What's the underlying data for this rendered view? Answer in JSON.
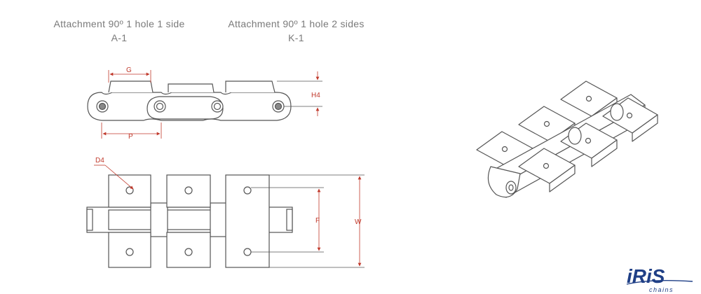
{
  "titles": [
    {
      "name": "Attachment 90º 1 hole 1 side",
      "code": "A-1"
    },
    {
      "name": "Attachment 90º 1 hole 2 sides",
      "code": "K-1"
    }
  ],
  "dimensions": {
    "g": "G",
    "h4": "H4",
    "p": "P",
    "d4": "D4",
    "f": "F",
    "w": "W"
  },
  "logo": {
    "brand": "iRiS",
    "tagline": "chains",
    "color": "#1f3f86"
  },
  "colors": {
    "outline": "#555555",
    "dimension": "#c0392b",
    "title": "#7a7a7a"
  }
}
